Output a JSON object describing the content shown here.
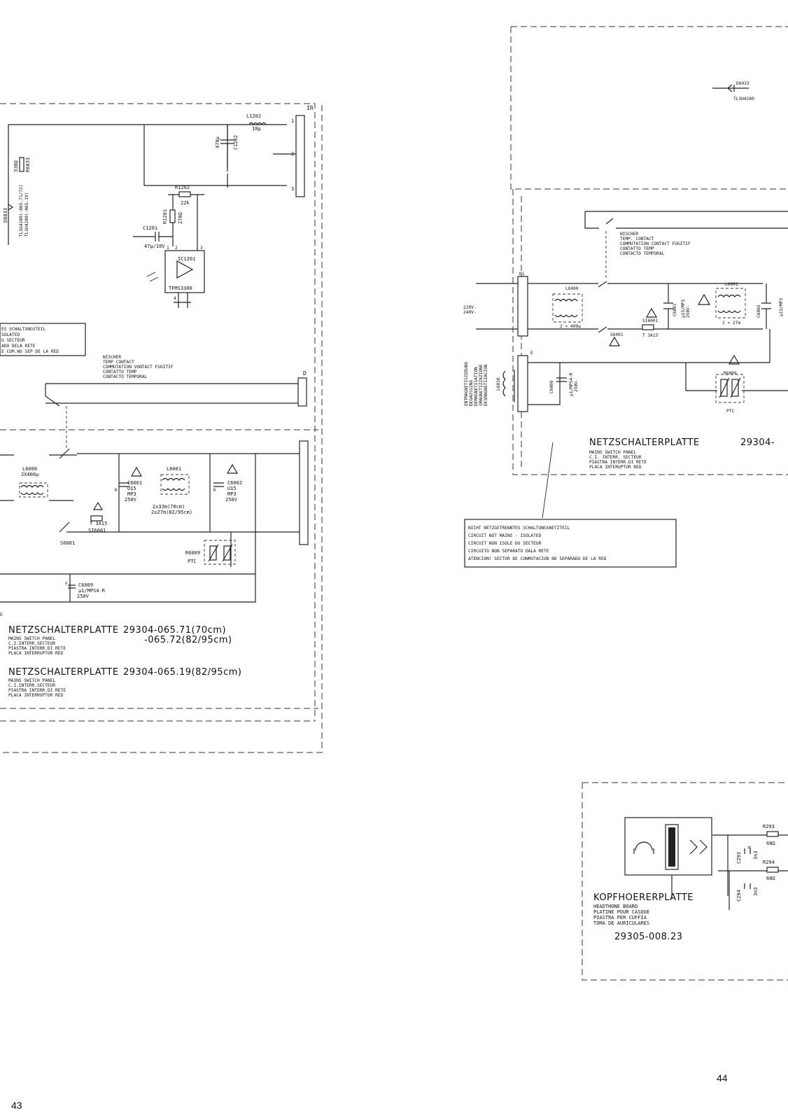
{
  "page_numbers": {
    "left": "43",
    "right": "44"
  },
  "left": {
    "ir": {
      "connector": "IR",
      "pins": [
        "1",
        "2",
        "3"
      ]
    },
    "l1202": {
      "ref": "L1202",
      "val": "10μ"
    },
    "c1202": {
      "ref": "C1202",
      "val": "470μ"
    },
    "r1202": {
      "ref": "R1202",
      "val": "22k"
    },
    "r1201": {
      "ref": "R1201",
      "val": "270Ω"
    },
    "c1201": {
      "ref": "C1201",
      "val": "47μ/10V"
    },
    "ic1201": {
      "ref": "IC1201",
      "part": "TFMS3300",
      "pins": [
        "1",
        "2",
        "3",
        "4"
      ]
    },
    "r6033": {
      "ref": "R6033",
      "val": "330Ω"
    },
    "d6033": {
      "ref": "D6033",
      "val": "TLSG4280(-065.71/72)",
      "val2": "TLSH4280(-065.19)"
    },
    "warning_lines": [
      "ES SCHALTUNGSTEIL",
      "SOLATED",
      "U SECTEUR",
      "ADO DELA RETE",
      "E COM.NO SEP DE LA RED"
    ],
    "wischer_lines": [
      "WISCHER",
      "TEMP CONTACT",
      "COMMUTATION VONTACT FUGITIF",
      "CONTATTO TEMP",
      "CONTACTO TEMPORAL"
    ],
    "d_connector": "D",
    "l6000": {
      "ref": "L6000",
      "val": "2X400μ"
    },
    "s6001": "S6001",
    "c6001": {
      "ref": "C6001",
      "l1": "U15",
      "l2": "MP3",
      "l3": "250V"
    },
    "si6001": {
      "ref": "SI6001",
      "val": "T 3A15"
    },
    "l6001": {
      "ref": "L6001",
      "v1": "2x33m(70cm)",
      "v2": "2x27m(82/95cm)"
    },
    "c6002": {
      "ref": "C6002",
      "l1": "U15",
      "l2": "MP3",
      "l3": "250V"
    },
    "r6009": {
      "ref": "R6009",
      "val": "PTC"
    },
    "c6009": {
      "ref": "C6009",
      "l1": "μ1/MPS4-R",
      "l2": "250V"
    },
    "cap_f": "F",
    "cap_k": "K",
    "e_mark": "E",
    "title1": {
      "main": "NETZSCHALTERPLATTE",
      "num": "29304-065.71(70cm)",
      "num2": "-065.72(82/95cm)"
    },
    "title2": {
      "main": "NETZSCHALTERPLATTE",
      "num": "29304-065.19(82/95cm)"
    },
    "sub_lines": [
      "MAINS SWITCH PANEL",
      "C.I.INTERR.SECTEUR",
      "PIASTRA INTERR.DI RETE",
      "PLACA INTERRUPTOR RED"
    ]
  },
  "right": {
    "d6033": {
      "ref": "D6033",
      "val": "TLSH4280"
    },
    "wischer_lines": [
      "WISCHER",
      "TEMP. CONTACT",
      "COMMUTATION CONTACT FUGITIF",
      "CONTATTO TEMP",
      "CONTACTO TEMPORAL"
    ],
    "mains_in": [
      "220V-",
      "240V-"
    ],
    "n1": "N1",
    "e_conn": "E",
    "l6000": {
      "ref": "L6000",
      "val": "2 × 400μ"
    },
    "c6001": {
      "ref": "C6001",
      "val": "μ15/MP3",
      "v2": "250V-"
    },
    "si6001": {
      "ref": "SI6001",
      "val": "T 3A15"
    },
    "s6001": "S6001",
    "l6001": {
      "ref": "L6001",
      "val": "2 × 27m"
    },
    "c6002": {
      "ref": "C6002",
      "val": "μ15/MP3"
    },
    "degauss_lines": [
      "ENTMAGNETISIERUNG",
      "DEGAUSSING",
      "DEMAGNETISATION",
      "SMAGNETIZZAZIONE",
      "DESMAGNETIZACION"
    ],
    "l6010": "L6010",
    "c6009": {
      "ref": "C6009",
      "val": "μ1/MPS4-R",
      "v2": "250V-"
    },
    "r6009": {
      "ref": "R6009",
      "val": "PTC"
    },
    "title": {
      "main": "NETZSCHALTERPLATTE",
      "num": "29304-"
    },
    "sub_lines": [
      "MAINS SWITCH PANEL",
      "C.I. INTERR. SECTEUR",
      "PIASTRA INTERR.DI RETE",
      "PLACA INTERUPTOR RED"
    ],
    "note_lines": [
      "NICHT NETZGETRENNTES SCHALTUNGSNETZTEIL",
      "CIRCUIT NOT MAINS - ISOLATED",
      "CIRCUIT NON ISOLE DU SECTEUR",
      "CIRCUITO NON SEPARATO DALA RETE",
      "ATENCION! SECTOR DE CONMUTACION NO SEPARADO DE LA RED"
    ],
    "headphone": {
      "r293": {
        "ref": "R293",
        "val": "68Ω"
      },
      "r294": {
        "ref": "R294",
        "val": "68Ω"
      },
      "c293": {
        "ref": "C293",
        "val": "3n3"
      },
      "c294": {
        "ref": "C294",
        "val": "3n3"
      },
      "k": "K",
      "title": "KOPFHOERERPLATTE",
      "sub_lines": [
        "HEADTHONE BOARD",
        "PLATINE POUR CASQUE",
        "PIASTRA PER CUFFIA",
        "TOMA DE AURICULARES"
      ],
      "num": "29305-008.23"
    }
  }
}
